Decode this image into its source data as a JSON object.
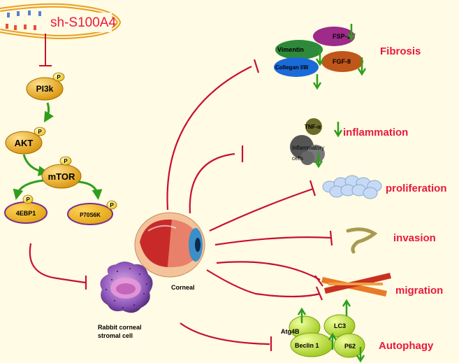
{
  "hairpin": {
    "label": "sh-S100A4"
  },
  "pathway": {
    "pi3k": "PI3k",
    "akt": "AKT",
    "mtor": "mTOR",
    "ebp1": "4EBP1",
    "p70s6k": "P70S6K",
    "phospho": "P"
  },
  "cell": {
    "label": "Rabbit corneal stromal cell"
  },
  "cornea": {
    "label": "Corneal"
  },
  "outcomes": {
    "fibrosis": {
      "title": "Fibrosis",
      "markers": [
        "FSP-1",
        "Vimentin",
        "FGF-8",
        "Collegan I/III"
      ]
    },
    "inflammation": {
      "title": "inflammation",
      "markers": [
        "TNF-α",
        "Inflammatory cells"
      ]
    },
    "proliferation": {
      "title": "proliferation"
    },
    "invasion": {
      "title": "invasion"
    },
    "migration": {
      "title": "migration"
    },
    "autophagy": {
      "title": "Autophagy",
      "markers": [
        "Atg4B",
        "LC3",
        "Beclin 1",
        "P62"
      ]
    }
  },
  "colors": {
    "inhibit": "#c8102e",
    "activate": "#2e9e1c",
    "title": "#e8193c",
    "node": "#e8a713"
  }
}
